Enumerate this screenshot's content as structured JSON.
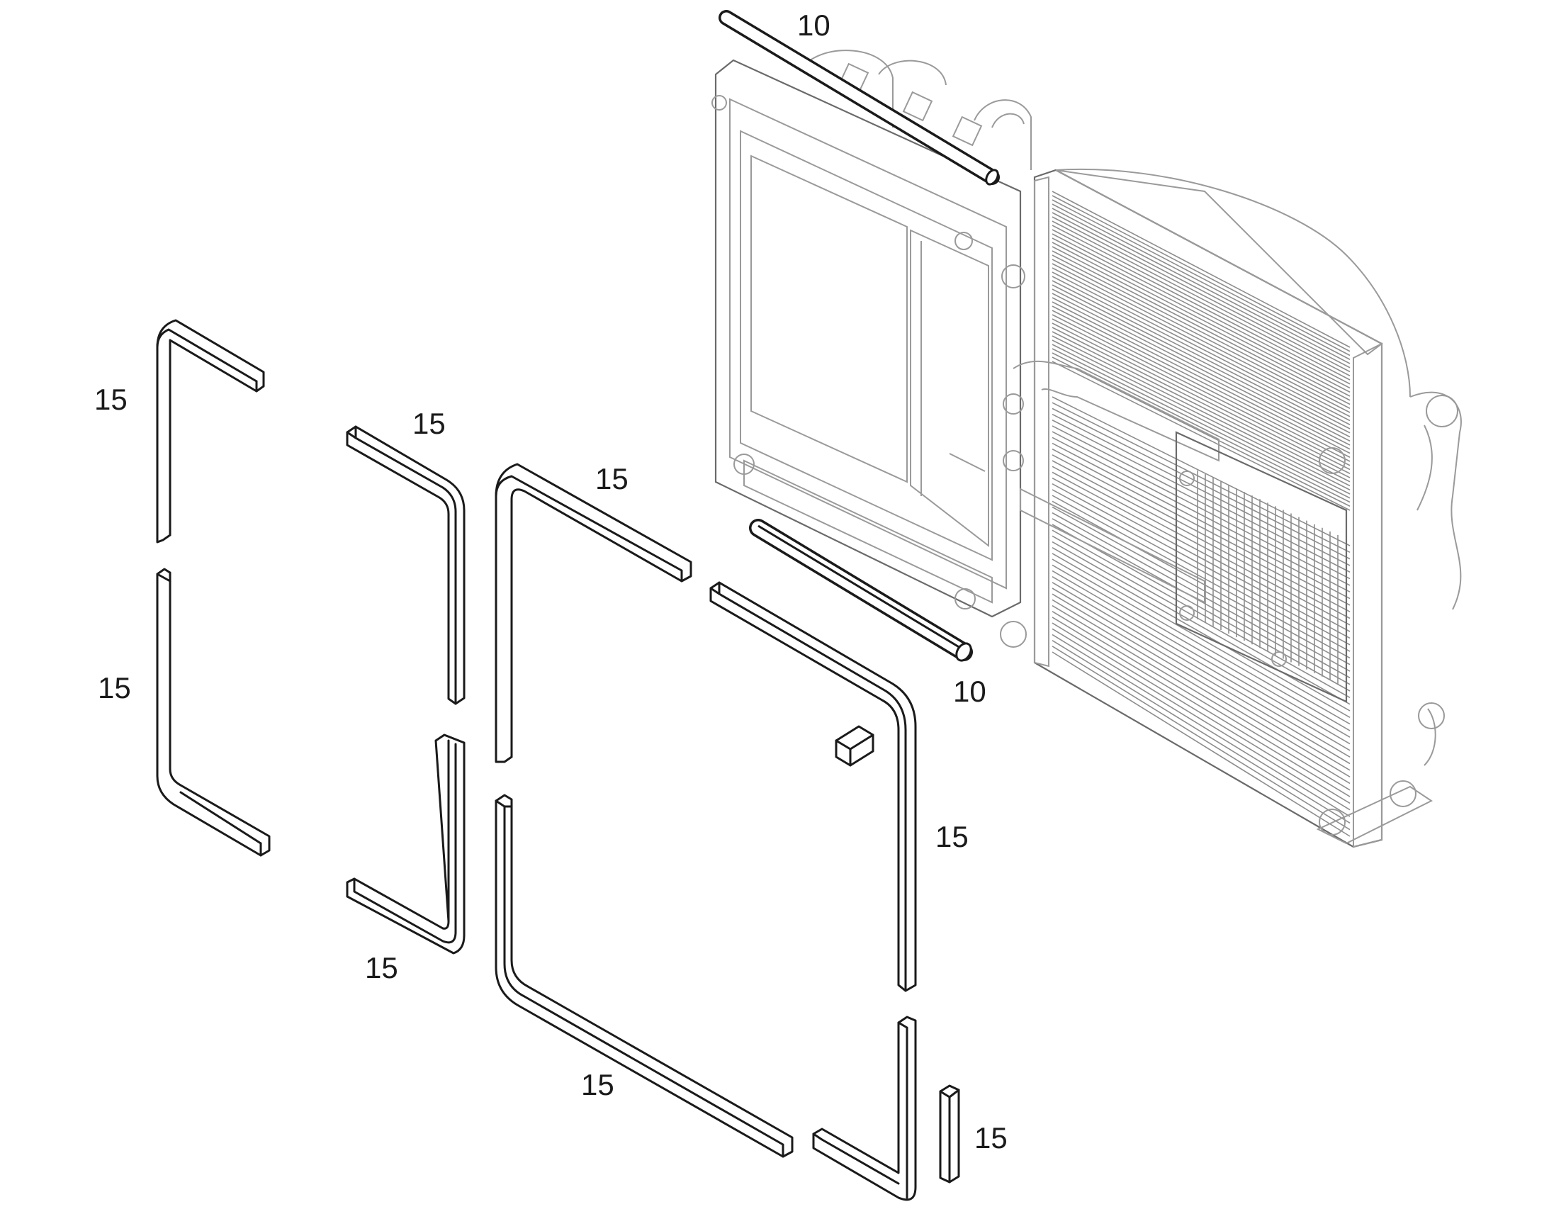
{
  "figure": {
    "description_visible": false,
    "callouts": [
      {
        "id": "callout-10-top",
        "text": "10"
      },
      {
        "id": "callout-10-lower",
        "text": "10"
      },
      {
        "id": "callout-15-a",
        "text": "15"
      },
      {
        "id": "callout-15-b",
        "text": "15"
      },
      {
        "id": "callout-15-c",
        "text": "15"
      },
      {
        "id": "callout-15-d",
        "text": "15"
      },
      {
        "id": "callout-15-e",
        "text": "15"
      },
      {
        "id": "callout-15-f",
        "text": "15"
      },
      {
        "id": "callout-15-g",
        "text": "15"
      },
      {
        "id": "callout-15-h",
        "text": "15"
      }
    ]
  },
  "parts": {
    "item_10": "10",
    "item_15": "15"
  },
  "colors": {
    "line": "#1a1a1a",
    "assembly_line": "#9a9a9a",
    "background": "#ffffff"
  }
}
